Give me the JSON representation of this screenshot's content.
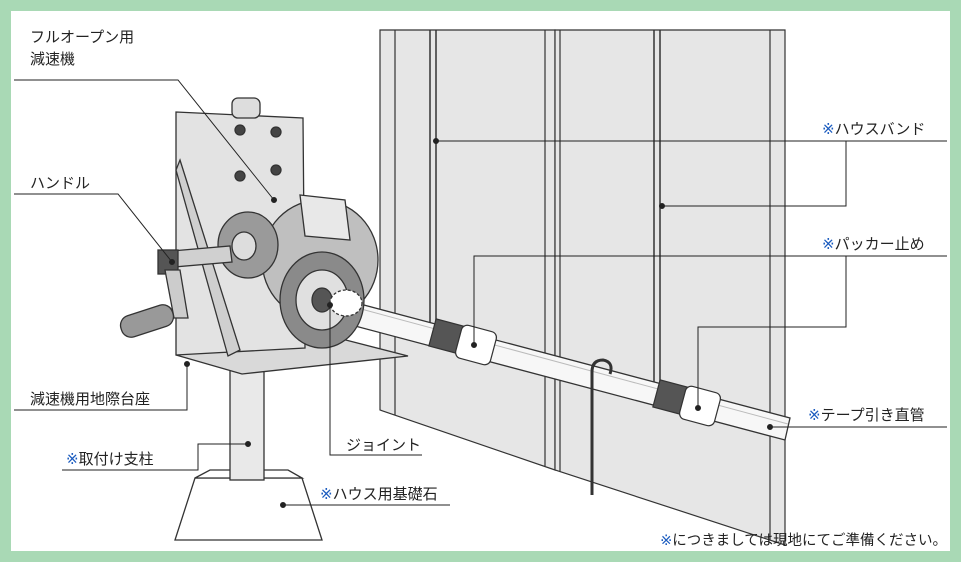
{
  "labels": {
    "gear_title_1": "フルオープン用",
    "gear_title_2": "減速機",
    "handle": "ハンドル",
    "base_plate": "減速機用地際台座",
    "joint": "ジョイント",
    "pillar_mark": "※",
    "pillar": "取付け支柱",
    "foundation_mark": "※",
    "foundation": "ハウス用基礎石",
    "house_band_mark": "※",
    "house_band": "ハウスバンド",
    "packer_mark": "※",
    "packer": "パッカー止め",
    "pipe_mark": "※",
    "pipe": "テープ引き直管"
  },
  "footnote": {
    "mark": "※",
    "text": "につきましては現地にてご準備ください。"
  },
  "colors": {
    "frame": "#a9d9b5",
    "note_mark": "#1a5bbf",
    "line": "#222222"
  }
}
